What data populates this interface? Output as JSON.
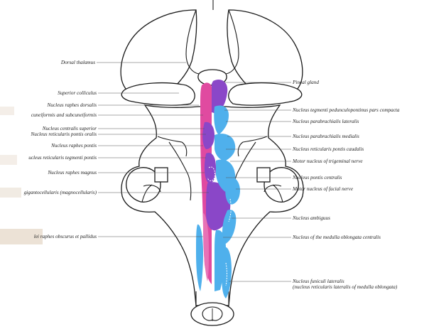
{
  "colors": {
    "pink": "#e04aa0",
    "purple": "#8a47c8",
    "blue": "#4fb0ec",
    "outline": "#1a1a1a",
    "background": "#ffffff",
    "label_shading": "#e8dcd0"
  },
  "labels_left": [
    "Dorsal thalamus",
    "Superior colliculus",
    "Nucleus raphes dorsalis",
    "cuneiformis and subcuneiformis",
    "Nucleus centralis superior",
    "Nucleus reticularis pontis oralis",
    "Nucleus raphes pontis",
    "ucleus reticularis tegmenti pontis",
    "Nucleus raphes magnus",
    "gigantocellularis (magnocellularis)",
    "lei raphes obscurus et pallidus"
  ],
  "labels_right": [
    "Pineal gland",
    "Nucleus tegmenti pedunculopontinus pars compacta",
    "Nucleus parabrachialis lateralis",
    "Nucleus parabrachialis medialis",
    "Nucleus reticularis pontis caudalis",
    "Motor nucleus of trigeminal nerve",
    "Nucleus pontis centralis",
    "Motor nucleus of facial nerve",
    "Nucleus ambiguus",
    "Nucleus of the medulla oblongata centralis",
    "Nucleus funiculi lateralis",
    "(nucleus reticularis lateralis of medulla oblongata)"
  ]
}
